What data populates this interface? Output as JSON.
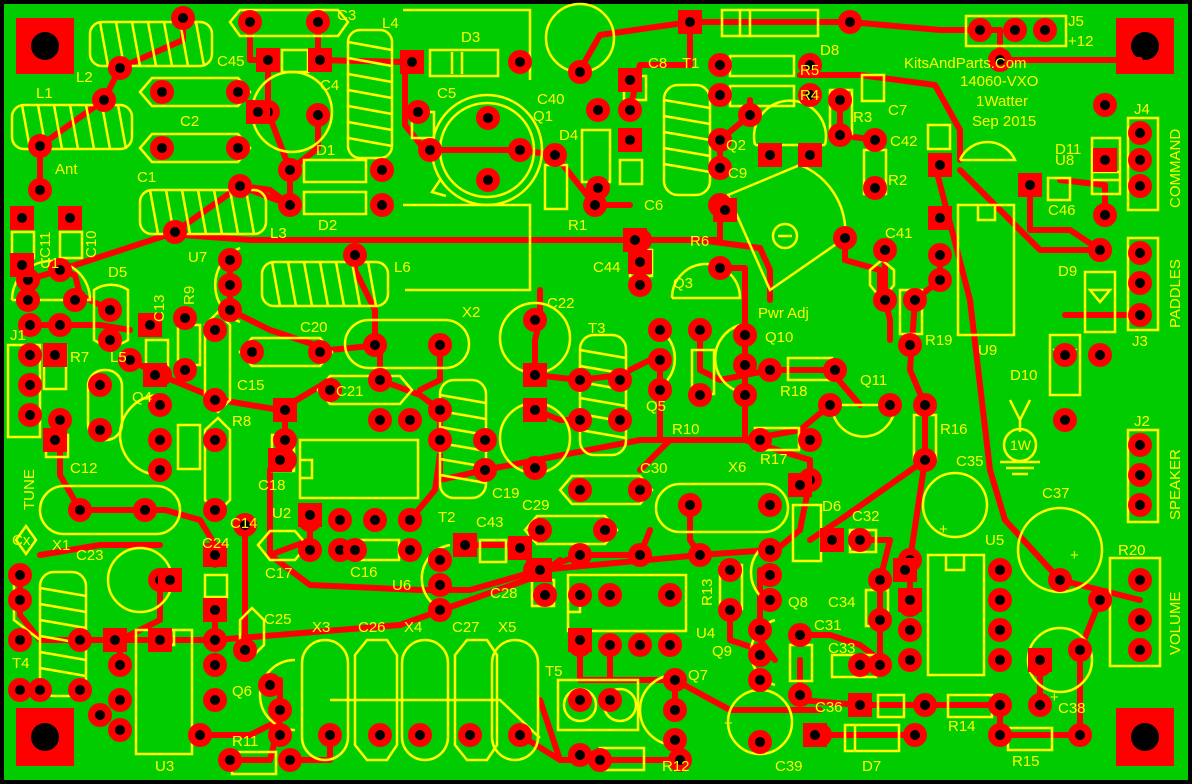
{
  "board": {
    "colors": {
      "substrate": "#00cc00",
      "edge": "#000000",
      "silkscreen": "#ffff00",
      "copper": "#ff0000",
      "drill": "#000000"
    }
  },
  "title_block": {
    "line1": "KitsAndParts.Com",
    "line2": "14060-VXO",
    "line3": "1Watter",
    "line4": "Sep 2015"
  },
  "connectors": {
    "j1": "J1",
    "j1_label": "TUNE",
    "j2": "J2",
    "j2_label": "SPEAKER",
    "j3": "J3",
    "j3_label": "PADDLES",
    "j4": "J4",
    "j4_label": "COMMAND",
    "j5": "J5",
    "j5_label": "+12",
    "ant": "Ant",
    "cx": "Cx",
    "pwr_adj": "Pwr Adj",
    "volume": "VOLUME",
    "power_logo": "1W"
  },
  "components": [
    {
      "id": "c3",
      "label": "C3"
    },
    {
      "id": "c45",
      "label": "C45"
    },
    {
      "id": "l4",
      "label": "L4"
    },
    {
      "id": "d3",
      "label": "D3"
    },
    {
      "id": "l2",
      "label": "L2"
    },
    {
      "id": "c4",
      "label": "C4"
    },
    {
      "id": "l1",
      "label": "L1"
    },
    {
      "id": "c2",
      "label": "C2"
    },
    {
      "id": "c5",
      "label": "C5"
    },
    {
      "id": "c40",
      "label": "C40"
    },
    {
      "id": "q1",
      "label": "Q1"
    },
    {
      "id": "d1",
      "label": "D1"
    },
    {
      "id": "c1",
      "label": "C1"
    },
    {
      "id": "d2",
      "label": "D2"
    },
    {
      "id": "l3",
      "label": "L3"
    },
    {
      "id": "c8",
      "label": "C8"
    },
    {
      "id": "t1",
      "label": "T1"
    },
    {
      "id": "r5",
      "label": "R5"
    },
    {
      "id": "d8",
      "label": "D8"
    },
    {
      "id": "r4",
      "label": "R4"
    },
    {
      "id": "c7",
      "label": "C7"
    },
    {
      "id": "r3",
      "label": "R3"
    },
    {
      "id": "c42",
      "label": "C42"
    },
    {
      "id": "d4",
      "label": "D4"
    },
    {
      "id": "q2",
      "label": "Q2"
    },
    {
      "id": "u8",
      "label": "U8"
    },
    {
      "id": "d11",
      "label": "D11"
    },
    {
      "id": "c9",
      "label": "C9"
    },
    {
      "id": "r2",
      "label": "R2"
    },
    {
      "id": "r1",
      "label": "R1"
    },
    {
      "id": "c6",
      "label": "C6"
    },
    {
      "id": "c46",
      "label": "C46"
    },
    {
      "id": "c11",
      "label": "C11"
    },
    {
      "id": "c10",
      "label": "C10"
    },
    {
      "id": "u1",
      "label": "U1"
    },
    {
      "id": "r6",
      "label": "R6"
    },
    {
      "id": "c41",
      "label": "C41"
    },
    {
      "id": "d9",
      "label": "D9"
    },
    {
      "id": "c44",
      "label": "C44"
    },
    {
      "id": "u7",
      "label": "U7"
    },
    {
      "id": "l6",
      "label": "L6"
    },
    {
      "id": "d5",
      "label": "D5"
    },
    {
      "id": "c13",
      "label": "C13"
    },
    {
      "id": "r9",
      "label": "R9"
    },
    {
      "id": "q3",
      "label": "Q3"
    },
    {
      "id": "x2",
      "label": "X2"
    },
    {
      "id": "c22",
      "label": "C22"
    },
    {
      "id": "c20",
      "label": "C20"
    },
    {
      "id": "r19",
      "label": "R19"
    },
    {
      "id": "u9",
      "label": "U9"
    },
    {
      "id": "r7",
      "label": "R7"
    },
    {
      "id": "l5",
      "label": "L5"
    },
    {
      "id": "t3",
      "label": "T3"
    },
    {
      "id": "q10",
      "label": "Q10"
    },
    {
      "id": "d10",
      "label": "D10"
    },
    {
      "id": "c21",
      "label": "C21"
    },
    {
      "id": "r18",
      "label": "R18"
    },
    {
      "id": "q11",
      "label": "Q11"
    },
    {
      "id": "q4",
      "label": "Q4"
    },
    {
      "id": "c15",
      "label": "C15"
    },
    {
      "id": "q5",
      "label": "Q5"
    },
    {
      "id": "r8",
      "label": "R8"
    },
    {
      "id": "r10",
      "label": "R10"
    },
    {
      "id": "r16",
      "label": "R16"
    },
    {
      "id": "r17",
      "label": "R17"
    },
    {
      "id": "c35",
      "label": "C35"
    },
    {
      "id": "c12",
      "label": "C12"
    },
    {
      "id": "c18",
      "label": "C18"
    },
    {
      "id": "c19",
      "label": "C19"
    },
    {
      "id": "c30",
      "label": "C30"
    },
    {
      "id": "x6",
      "label": "X6"
    },
    {
      "id": "c37",
      "label": "C37"
    },
    {
      "id": "x1",
      "label": "X1"
    },
    {
      "id": "c29",
      "label": "C29"
    },
    {
      "id": "d6",
      "label": "D6"
    },
    {
      "id": "c14",
      "label": "C14"
    },
    {
      "id": "u2",
      "label": "U2"
    },
    {
      "id": "t2",
      "label": "T2"
    },
    {
      "id": "c43",
      "label": "C43"
    },
    {
      "id": "c32",
      "label": "C32"
    },
    {
      "id": "u5",
      "label": "U5"
    },
    {
      "id": "c23",
      "label": "C23"
    },
    {
      "id": "c24",
      "label": "C24"
    },
    {
      "id": "c17",
      "label": "C17"
    },
    {
      "id": "c16",
      "label": "C16"
    },
    {
      "id": "r20",
      "label": "R20"
    },
    {
      "id": "u6",
      "label": "U6"
    },
    {
      "id": "c28",
      "label": "C28"
    },
    {
      "id": "r13",
      "label": "R13"
    },
    {
      "id": "q8",
      "label": "Q8"
    },
    {
      "id": "c34",
      "label": "C34"
    },
    {
      "id": "t4",
      "label": "T4"
    },
    {
      "id": "c25",
      "label": "C25"
    },
    {
      "id": "x3",
      "label": "X3"
    },
    {
      "id": "c26",
      "label": "C26"
    },
    {
      "id": "x4",
      "label": "X4"
    },
    {
      "id": "c27",
      "label": "C27"
    },
    {
      "id": "x5",
      "label": "X5"
    },
    {
      "id": "u4",
      "label": "U4"
    },
    {
      "id": "c31",
      "label": "C31"
    },
    {
      "id": "q9",
      "label": "Q9"
    },
    {
      "id": "c33",
      "label": "C33"
    },
    {
      "id": "t5",
      "label": "T5"
    },
    {
      "id": "q7",
      "label": "Q7"
    },
    {
      "id": "q6",
      "label": "Q6"
    },
    {
      "id": "c36",
      "label": "C36"
    },
    {
      "id": "r14",
      "label": "R14"
    },
    {
      "id": "c38",
      "label": "C38"
    },
    {
      "id": "r11",
      "label": "R11"
    },
    {
      "id": "u3",
      "label": "U3"
    },
    {
      "id": "r12",
      "label": "R12"
    },
    {
      "id": "c39",
      "label": "C39"
    },
    {
      "id": "d7",
      "label": "D7"
    },
    {
      "id": "r15",
      "label": "R15"
    }
  ]
}
